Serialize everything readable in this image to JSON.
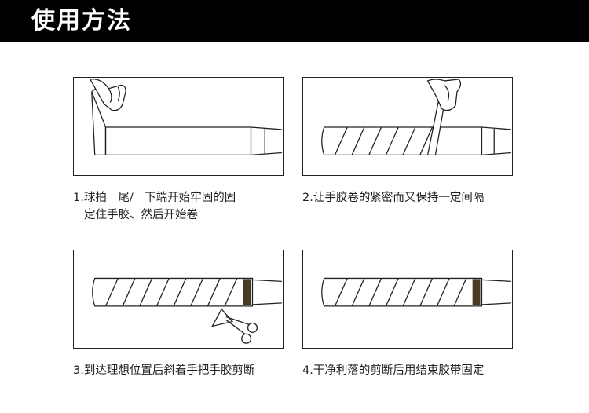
{
  "header": {
    "title": "使用方法"
  },
  "steps": [
    {
      "lines": [
        "1.球拍　尾/　下端开始牢固的固",
        "定住手胶、然后开始卷"
      ]
    },
    {
      "lines": [
        "2.让手胶卷的紧密而又保持一定间隔"
      ]
    },
    {
      "lines": [
        "3.到达理想位置后斜着手把手胶剪断"
      ]
    },
    {
      "lines": [
        "4.干净利落的剪断后用结束胶带固定"
      ]
    }
  ],
  "colors": {
    "header_bg": "#000000",
    "tape_band": "#4a3a22",
    "line": "#222222"
  },
  "icons": [
    "hand-icon",
    "scissors-icon"
  ]
}
